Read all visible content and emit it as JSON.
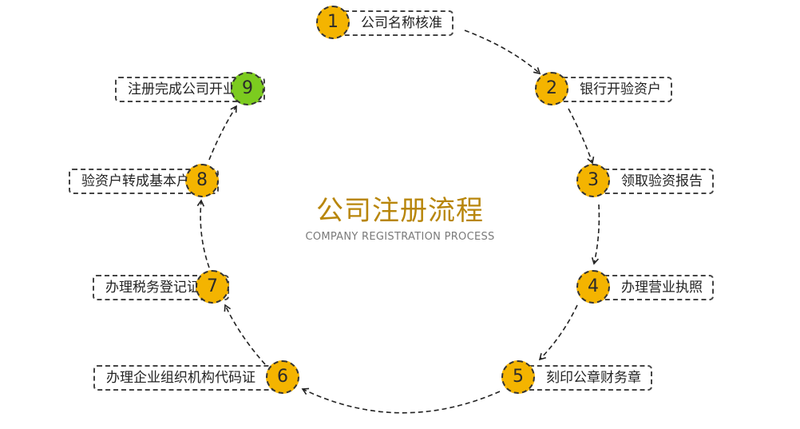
{
  "title": "公司注册流程",
  "subtitle": "COMPANY REGISTRATION PROCESS",
  "colors": {
    "step": "#F4B400",
    "final_step": "#7CCB1F",
    "title": "#B8860B",
    "border": "#444444"
  },
  "steps": [
    {
      "number": "1",
      "label": "公司名称核准"
    },
    {
      "number": "2",
      "label": "银行开验资户"
    },
    {
      "number": "3",
      "label": "领取验资报告"
    },
    {
      "number": "4",
      "label": "办理营业执照"
    },
    {
      "number": "5",
      "label": "刻印公章财务章"
    },
    {
      "number": "6",
      "label": "办理企业组织机构代码证"
    },
    {
      "number": "7",
      "label": "办理税务登记证"
    },
    {
      "number": "8",
      "label": "验资户转成基本户"
    },
    {
      "number": "9",
      "label": "注册完成公司开业"
    }
  ]
}
